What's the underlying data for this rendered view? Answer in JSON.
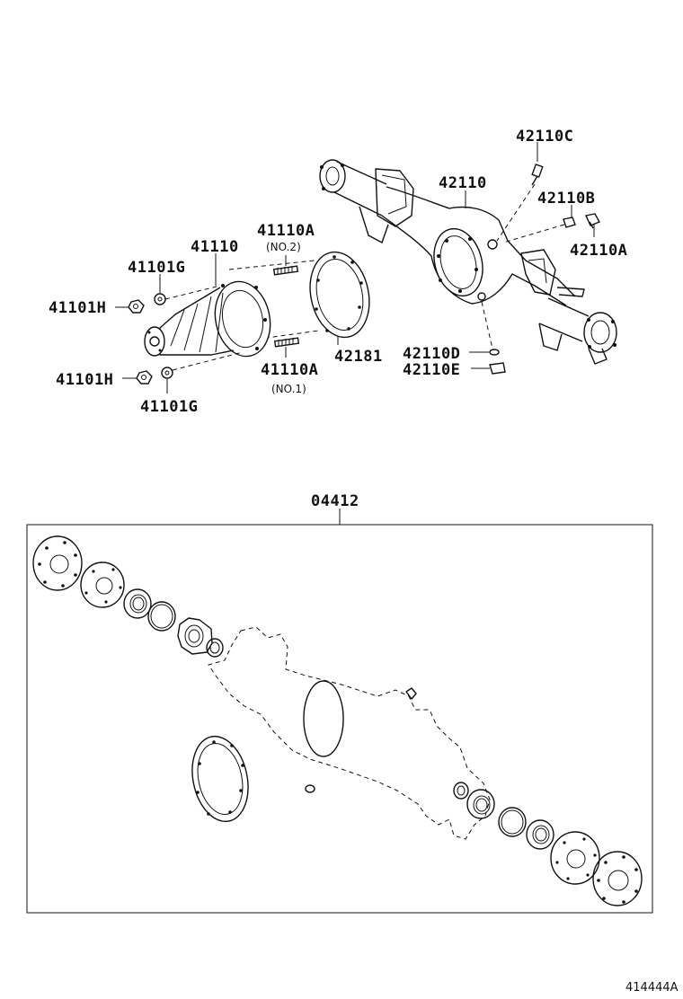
{
  "labels": {
    "l_42110C": "42110C",
    "l_42110": "42110",
    "l_42110B": "42110B",
    "l_42110A_r": "42110A",
    "l_41110A_top": "41110A",
    "l_no2": "(NO.2)",
    "l_41110": "41110",
    "l_41101G_top": "41101G",
    "l_41101H_top": "41101H",
    "l_42181": "42181",
    "l_42110D": "42110D",
    "l_42110E": "42110E",
    "l_41110A_bot": "41110A",
    "l_no1": "(NO.1)",
    "l_41101H_bot": "41101H",
    "l_41101G_bot": "41101G",
    "l_04412": "04412",
    "l_figure_id": "414444A"
  }
}
